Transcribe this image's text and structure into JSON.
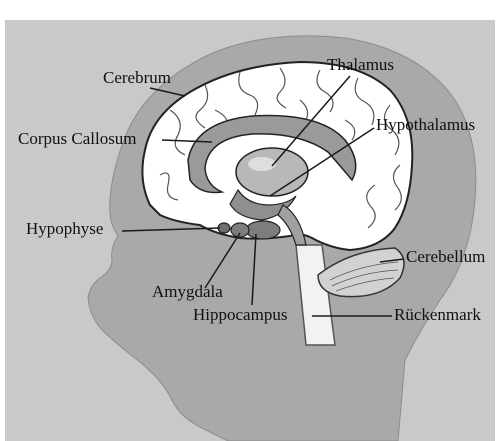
{
  "labels": {
    "cerebrum": "Cerebrum",
    "thalamus": "Thalamus",
    "corpus_callosum": "Corpus Callosum",
    "hypothalamus": "Hypothalamus",
    "hypophyse": "Hypophyse",
    "cerebellum": "Cerebellum",
    "amygdala": "Amygdala",
    "hippocampus": "Hippocampus",
    "rueckenmark": "Rückenmark"
  },
  "colors": {
    "panel": "#c9c9c9",
    "head": "#a9a9a9",
    "brain": "#ffffff",
    "inner": "#9a9a9a",
    "line": "#1a1a1a"
  }
}
